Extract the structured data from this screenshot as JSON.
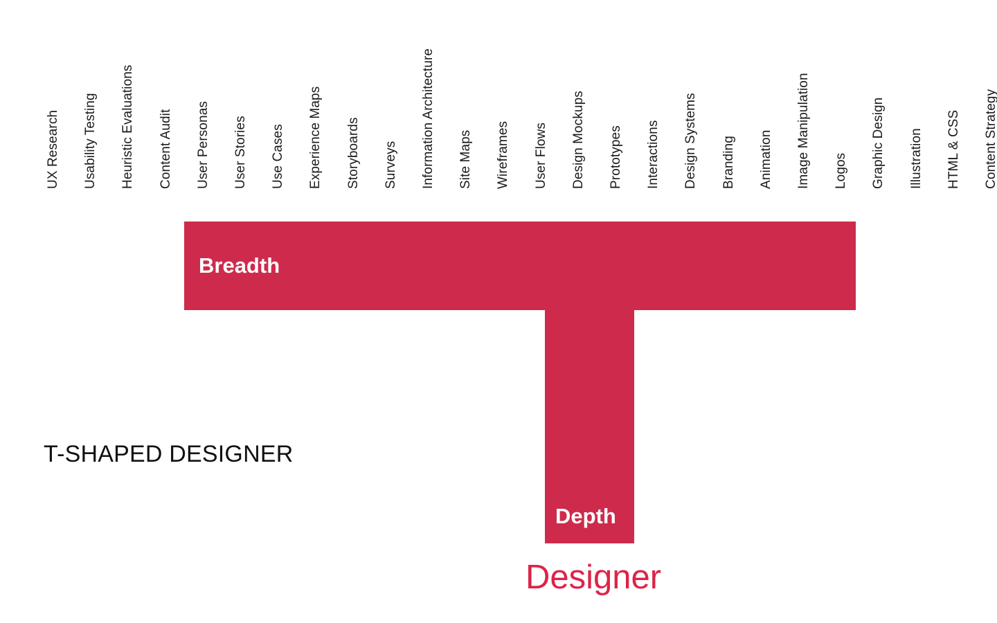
{
  "diagram": {
    "title": "T-SHAPED DESIGNER",
    "role_caption": "Designer",
    "breadth_label": "Breadth",
    "depth_label": "Depth",
    "accent_color": "#ce2b4c",
    "role_caption_color": "#dd2349",
    "title_color": "#111111",
    "background_color": "#ffffff",
    "skill_label_color": "#1a1a1a"
  },
  "chart_data": {
    "type": "diagram",
    "title": "T-SHAPED DESIGNER",
    "skills": [
      "UX Research",
      "Usability Testing",
      "Heuristic Evaluations",
      "Content Audit",
      "User Personas",
      "User Stories",
      "Use Cases",
      "Experience Maps",
      "Storyboards",
      "Surveys",
      "Information Architecture",
      "Site Maps",
      "Wireframes",
      "User Flows",
      "Design Mockups",
      "Prototypes",
      "Interactions",
      "Design Systems",
      "Branding",
      "Animation",
      "Image Manipulation",
      "Logos",
      "Graphic Design",
      "Illustration",
      "HTML & CSS",
      "Content Strategy"
    ],
    "breadth": {
      "label": "Breadth",
      "first_skill": "User Personas",
      "last_skill": "Graphic Design",
      "skill_count": 19
    },
    "depth": {
      "label": "Depth",
      "skill": "Design Mockups",
      "role": "Designer"
    }
  }
}
